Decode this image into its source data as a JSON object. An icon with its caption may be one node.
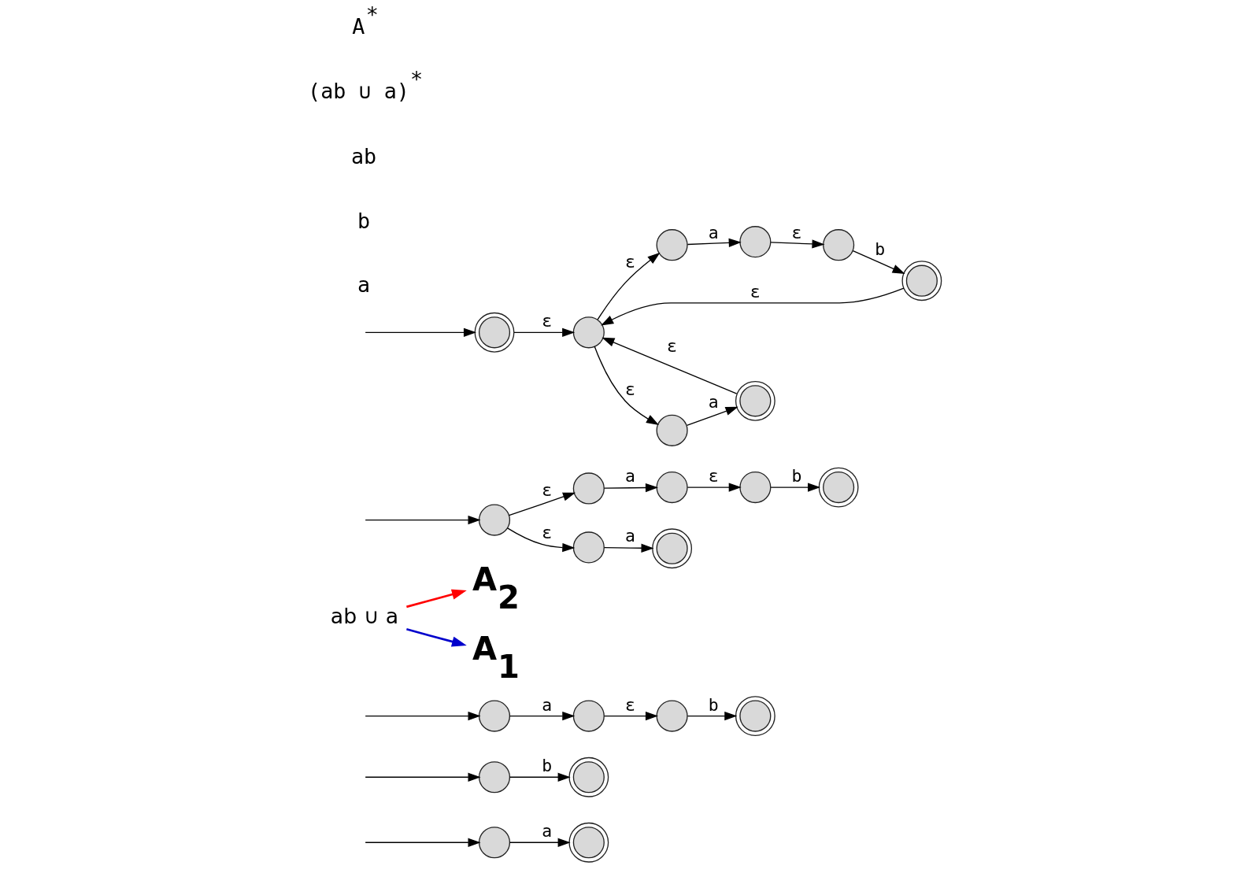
{
  "diagram": {
    "nodes": [
      {
        "text": [],
        "shape": "circle"
      },
      {
        "text": [],
        "shape": "doublecircle"
      },
      {
        "text": [],
        "shape": "circle"
      },
      {
        "text": [],
        "shape": "doublecircle"
      },
      {
        "text": [],
        "shape": "circle"
      },
      {
        "text": [],
        "shape": "circle"
      },
      {
        "text": [],
        "shape": "circle"
      },
      {
        "text": [],
        "shape": "doublecircle"
      },
      {
        "text": [
          "A$_{2}$"
        ]
      },
      {
        "text": [
          "ab ∪ a"
        ]
      },
      {
        "text": [
          "A$_{1}$"
        ]
      },
      {
        "text": [],
        "shape": "circle"
      },
      {
        "text": [],
        "shape": "circle"
      },
      {
        "text": [],
        "shape": "circle"
      },
      {
        "text": [],
        "shape": "circle"
      },
      {
        "text": [],
        "shape": "doublecircle"
      },
      {
        "text": [],
        "shape": "circle"
      },
      {
        "text": [],
        "shape": "doublecircle"
      },
      {
        "text": [],
        "shape": "doublecircle"
      },
      {
        "text": [],
        "shape": "circle"
      },
      {
        "text": [],
        "shape": "circle"
      },
      {
        "text": [],
        "shape": "circle"
      },
      {
        "text": [],
        "shape": "circle"
      },
      {
        "text": [],
        "shape": "doublecircle"
      },
      {
        "text": [],
        "shape": "circle"
      },
      {
        "text": [],
        "shape": "doublecircle"
      }
    ],
    "edges": [
      {
        "from": null,
        "to": 0,
        "arrow": "to"
      },
      {
        "from": 0,
        "to": 1,
        "arrow": "to",
        "label": "a"
      },
      {
        "from": null,
        "to": 2,
        "arrow": "to"
      },
      {
        "from": 2,
        "to": 3,
        "arrow": "to",
        "label": "b"
      },
      {
        "from": null,
        "to": 4,
        "arrow": "to"
      },
      {
        "from": 4,
        "to": 5,
        "arrow": "to",
        "label": "a"
      },
      {
        "from": 5,
        "to": 6,
        "arrow": "to",
        "label": "ε"
      },
      {
        "from": 6,
        "to": 7,
        "arrow": "to",
        "label": "b"
      },
      {
        "from": 9,
        "to": 8,
        "arrow": "to",
        "color": "#ff0000"
      },
      {
        "from": 9,
        "to": 10,
        "arrow": "to",
        "color": "#0000cc"
      },
      {
        "from": null,
        "to": 11,
        "arrow": "to"
      },
      {
        "from": 11,
        "to": 12,
        "arrow": "to",
        "label": "ε"
      },
      {
        "from": 12,
        "to": 13,
        "arrow": "to",
        "label": "a"
      },
      {
        "from": 13,
        "to": 14,
        "arrow": "to",
        "label": "ε"
      },
      {
        "from": 14,
        "to": 15,
        "arrow": "to",
        "label": "b"
      },
      {
        "from": 11,
        "to": 16,
        "arrow": "to",
        "label": "ε"
      },
      {
        "from": 16,
        "to": 17,
        "arrow": "to",
        "label": "a"
      },
      {
        "from": null,
        "to": 18,
        "arrow": "to"
      },
      {
        "from": 18,
        "to": 19,
        "arrow": "to",
        "label": "ε"
      },
      {
        "from": 19,
        "to": 20,
        "arrow": "to",
        "label": "ε"
      },
      {
        "from": 20,
        "to": 21,
        "arrow": "to",
        "label": "a"
      },
      {
        "from": 21,
        "to": 22,
        "arrow": "to",
        "label": "ε"
      },
      {
        "from": 22,
        "to": 23,
        "arrow": "to",
        "label": "b"
      },
      {
        "from": 23,
        "to": 19,
        "arrow": "to",
        "label": "ε"
      },
      {
        "from": 19,
        "to": 24,
        "arrow": "to",
        "label": "ε"
      },
      {
        "from": 24,
        "to": 25,
        "arrow": "to",
        "label": "a"
      },
      {
        "from": 25,
        "to": 19,
        "arrow": "to",
        "label": "ε"
      }
    ],
    "labels": [
      "a",
      "b",
      "ab",
      "(ab ∪ a)$^{*}$",
      "A$^{*}$"
    ]
  }
}
